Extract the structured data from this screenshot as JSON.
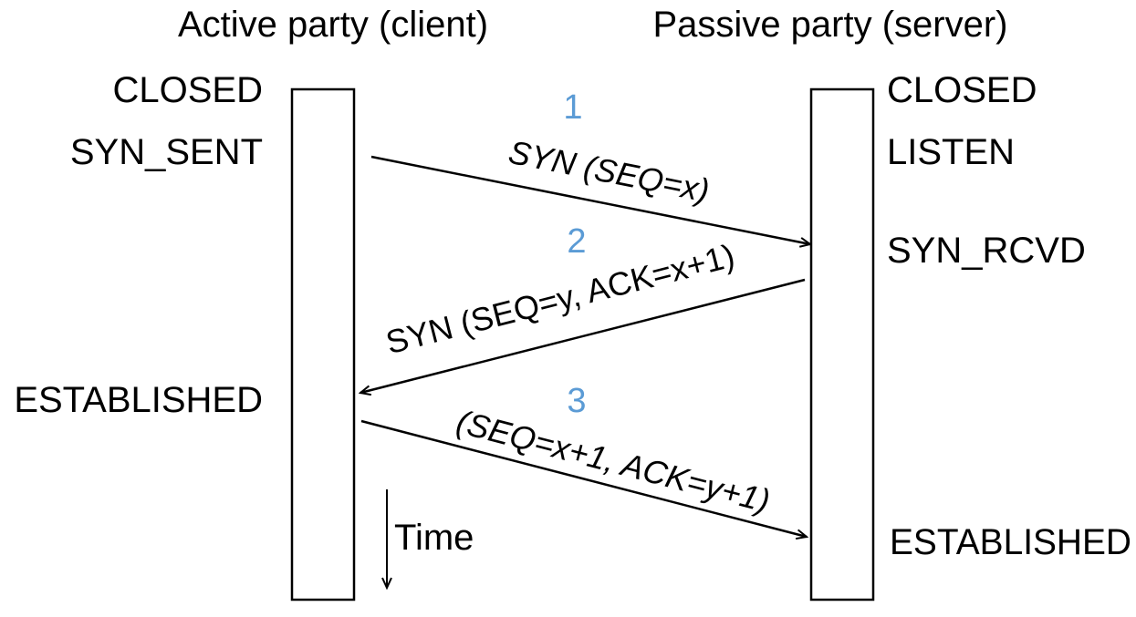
{
  "headers": {
    "client": "Active party (client)",
    "server": "Passive party (server)"
  },
  "client_states": {
    "closed": "CLOSED",
    "syn_sent": "SYN_SENT",
    "established": "ESTABLISHED"
  },
  "server_states": {
    "closed": "CLOSED",
    "listen": "LISTEN",
    "syn_rcvd": "SYN_RCVD",
    "established": "ESTABLISHED"
  },
  "messages": [
    {
      "step": "1",
      "label": "SYN (SEQ=x)",
      "direction": "client-to-server"
    },
    {
      "step": "2",
      "label": "SYN (SEQ=y, ACK=x+1)",
      "direction": "server-to-client"
    },
    {
      "step": "3",
      "label": "(SEQ=x+1, ACK=y+1)",
      "direction": "client-to-server"
    }
  ],
  "time_label": "Time",
  "colors": {
    "step_number": "#5b9bd5",
    "line": "#000000",
    "text": "#000000"
  }
}
